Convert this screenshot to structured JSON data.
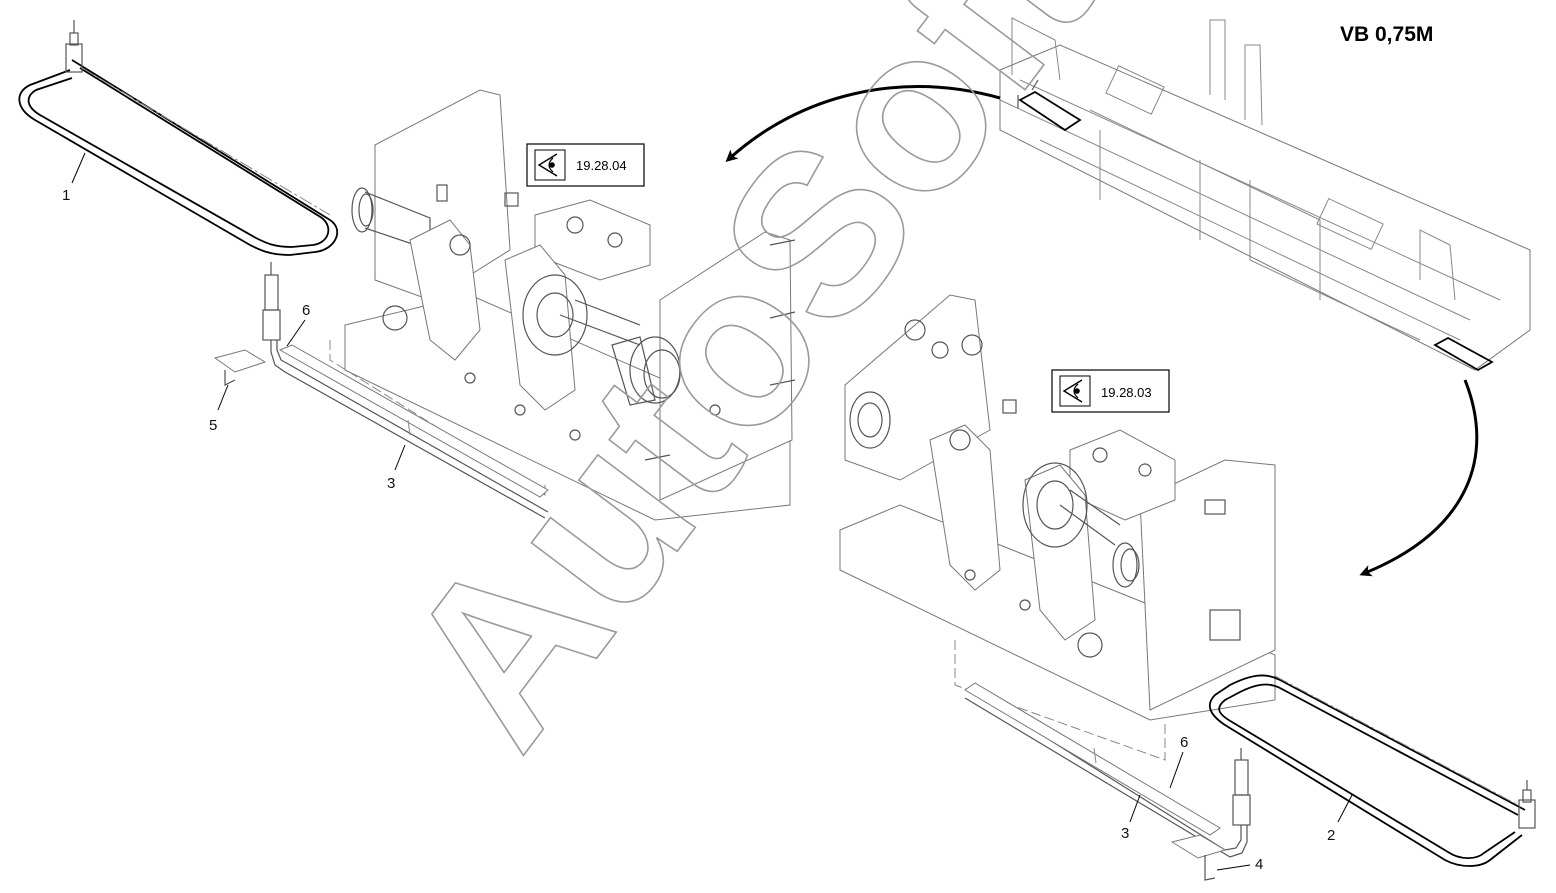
{
  "title": "VB 0,75M",
  "watermark": "AutoSoft",
  "view_refs": [
    {
      "id": "ref-top",
      "text": "19.28.04",
      "icon": "eye-icon"
    },
    {
      "id": "ref-bottom",
      "text": "19.28.03",
      "icon": "eye-icon"
    }
  ],
  "callouts": {
    "c1": "1",
    "c2": "2",
    "c3a": "3",
    "c3b": "3",
    "c4": "4",
    "c5": "5",
    "c6a": "6",
    "c6b": "6"
  },
  "colors": {
    "line": "#000000",
    "detail": "#777777",
    "watermark": "#9a9a9a",
    "background": "#ffffff"
  }
}
